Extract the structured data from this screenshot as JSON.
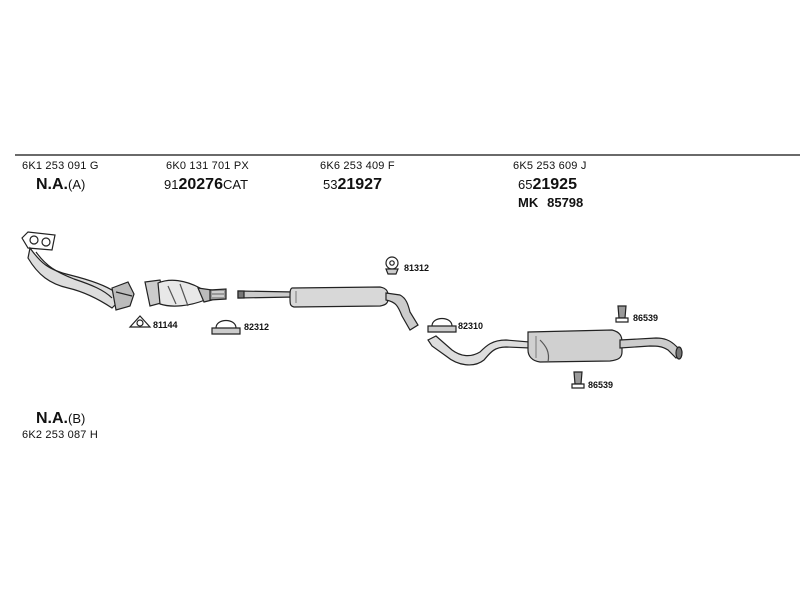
{
  "top_labels": [
    {
      "oem": "6K1 253 091 G",
      "name": "N.A.",
      "variant": "(A)"
    },
    {
      "oem": "6K0 131 701 PX",
      "prefix": "91",
      "number": "20276",
      "suffix": "CAT"
    },
    {
      "oem": "6K6 253 409 F",
      "prefix": "53",
      "number": "21927"
    },
    {
      "oem": "6K5 253 609 J",
      "prefix": "65",
      "number": "21925",
      "extra_prefix": "MK",
      "extra_number": "85798"
    }
  ],
  "bottom_label": {
    "name": "N.A.",
    "variant": "(B)",
    "oem": "6K2 253 087 H"
  },
  "clamps": [
    {
      "code": "81144"
    },
    {
      "code": "82312"
    },
    {
      "code": "81312"
    },
    {
      "code": "82310"
    },
    {
      "code": "86539"
    },
    {
      "code": "86539"
    }
  ]
}
